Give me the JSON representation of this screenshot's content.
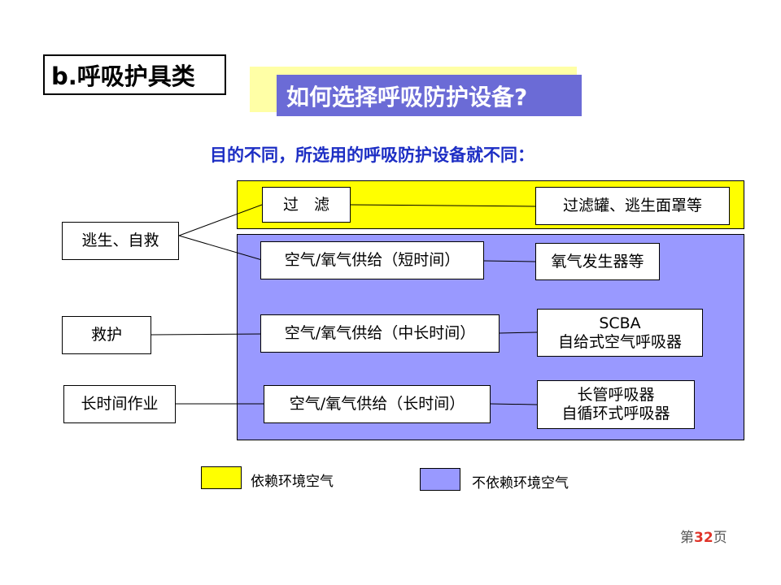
{
  "section_label": "b.呼吸护具类",
  "title": "如何选择呼吸防护设备?",
  "subtitle": "目的不同，所选用的呼吸防护设备就不同：",
  "purposes": [
    "逃生、自救",
    "救护",
    "长时间作业"
  ],
  "supply_types": [
    "过　滤",
    "空气/氧气供给（短时间）",
    "空气/氧气供给（中长时间）",
    "空气/氧气供给（长时间）"
  ],
  "equipment": [
    {
      "line1": "过滤罐、逃生面罩等",
      "line2": ""
    },
    {
      "line1": "氧气发生器等",
      "line2": ""
    },
    {
      "line1": "SCBA",
      "line2": "自给式空气呼吸器"
    },
    {
      "line1": "长管呼吸器",
      "line2": "自循环式呼吸器"
    }
  ],
  "legend": [
    {
      "label": "依赖环境空气",
      "color": "#ffff00"
    },
    {
      "label": "不依赖环境空气",
      "color": "#9999ff"
    }
  ],
  "colors": {
    "title_bg": "#6b6bd6",
    "title_shadow": "#ffffa6",
    "subtitle": "#1d2ec4",
    "yellow_region": "#ffff00",
    "blue_region": "#9999ff"
  },
  "page": {
    "prefix": "第",
    "number": "32",
    "suffix": "页"
  }
}
